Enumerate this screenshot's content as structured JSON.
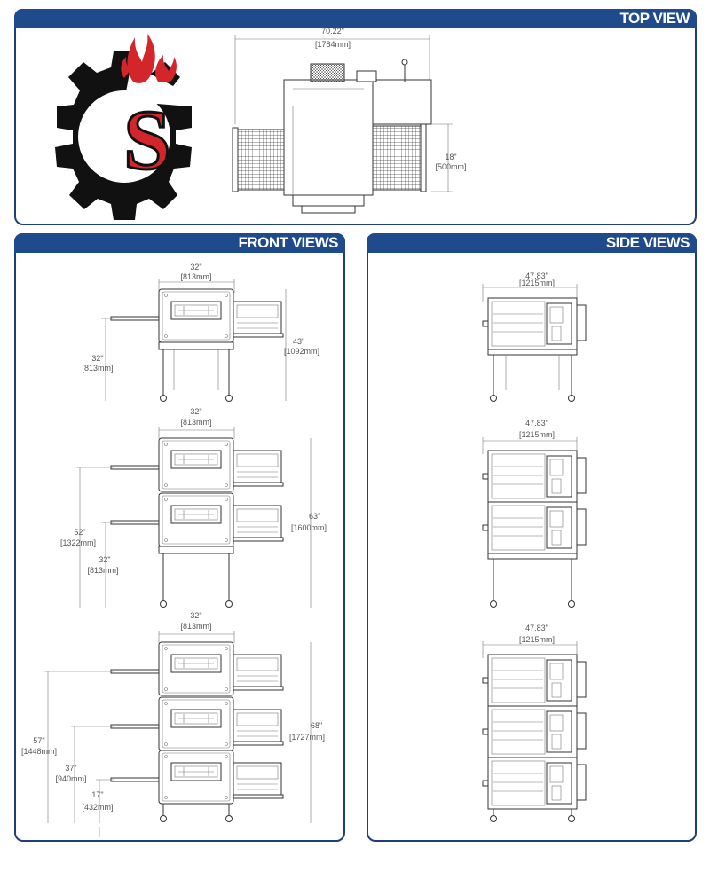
{
  "colors": {
    "panel_bar": "#1f4a8c",
    "panel_border": "#1f3f7a",
    "logo_red": "#d3262b",
    "logo_black": "#111111"
  },
  "logo": {
    "letter": "S"
  },
  "top_view": {
    "title": "TOP VIEW",
    "width_in": "70.22\"",
    "width_mm": "[1784mm]",
    "depth_in": "18\"",
    "depth_mm": "[500mm]"
  },
  "front_views": {
    "title": "FRONT VIEWS",
    "single": {
      "width_in": "32\"",
      "width_mm": "[813mm]",
      "height_in": "43\"",
      "height_mm": "[1092mm]",
      "belt_in": "32\"",
      "belt_mm": "[813mm]"
    },
    "double": {
      "width_in": "32\"",
      "width_mm": "[813mm]",
      "height_in": "63\"",
      "height_mm": "[1600mm]",
      "upper_belt_in": "52\"",
      "upper_belt_mm": "[1322mm]",
      "lower_belt_in": "32\"",
      "lower_belt_mm": "[813mm]"
    },
    "triple": {
      "width_in": "32\"",
      "width_mm": "[813mm]",
      "height_in": "68\"",
      "height_mm": "[1727mm]",
      "top_belt_in": "57\"",
      "top_belt_mm": "[1448mm]",
      "mid_belt_in": "37\"",
      "mid_belt_mm": "[940mm]",
      "low_belt_in": "17\"",
      "low_belt_mm": "[432mm]"
    }
  },
  "side_views": {
    "title": "SIDE VIEWS",
    "single": {
      "width_in": "47.83\"",
      "width_mm": "[1215mm]"
    },
    "double": {
      "width_in": "47.83\"",
      "width_mm": "[1215mm]"
    },
    "triple": {
      "width_in": "47.83\"",
      "width_mm": "[1215mm]"
    }
  }
}
